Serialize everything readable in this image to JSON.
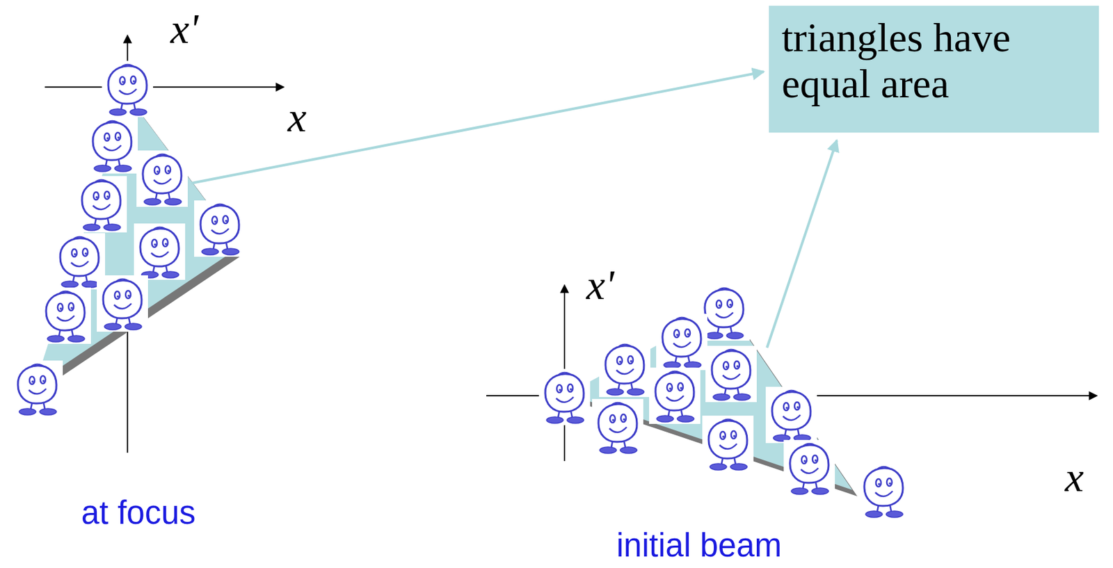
{
  "diagram": {
    "nodes": [
      {
        "text": [
          "triangles have equal area"
        ]
      }
    ],
    "labels": [
      "x'",
      "x",
      "x'",
      "x",
      "at focus",
      "initial beam"
    ]
  }
}
